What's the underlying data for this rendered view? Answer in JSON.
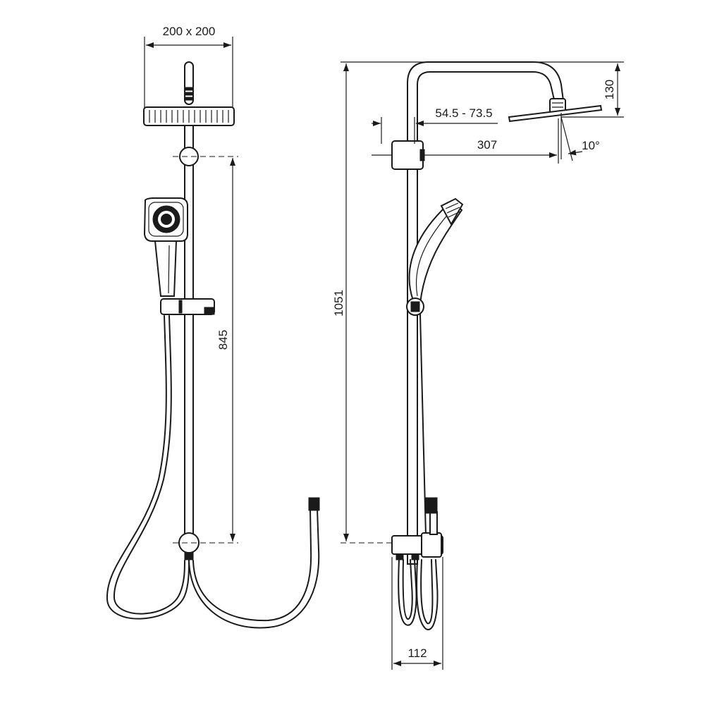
{
  "dimensions": {
    "head_size": "200 x 200",
    "rail_length": "845",
    "total_height": "1051",
    "head_drop": "130",
    "wall_bracket_range": "54.5 - 73.5",
    "projection": "307",
    "tilt_angle": "10°",
    "base_width": "112"
  }
}
